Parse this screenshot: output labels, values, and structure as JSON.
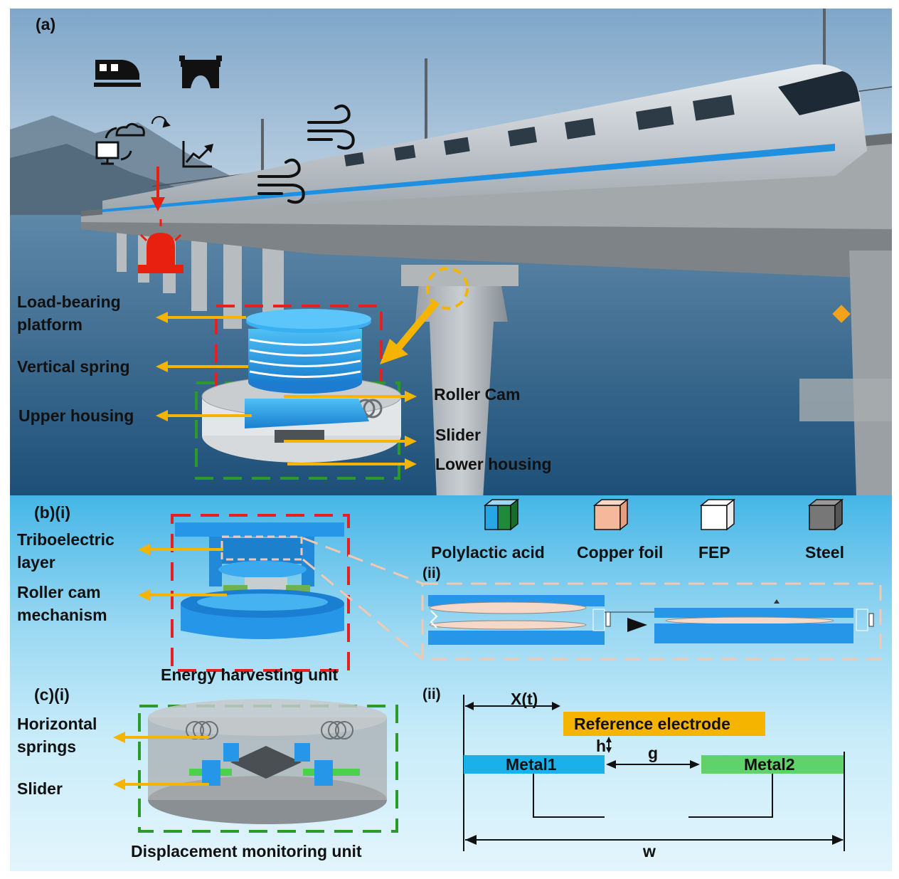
{
  "panel_a": {
    "tag": "(a)",
    "callouts": {
      "load_bearing": "Load-bearing platform",
      "load_bearing_l1": "Load-bearing",
      "load_bearing_l2": "platform",
      "vertical_spring": "Vertical spring",
      "upper_housing": "Upper housing",
      "roller_cam": "Roller Cam",
      "slider": "Slider",
      "lower_housing": "Lower housing"
    },
    "icons": [
      "train-icon",
      "bridge-icon",
      "cloud-sync-icon",
      "refresh-icon",
      "trend-chart-icon",
      "wind-icon",
      "alarm-icon"
    ]
  },
  "panel_b": {
    "tag_i": "(b)(i)",
    "tag_ii": "(ii)",
    "triboelectric_l1": "Triboelectric",
    "triboelectric_l2": "layer",
    "roller_cam_l1": "Roller cam",
    "roller_cam_l2": "mechanism",
    "caption": "Energy harvesting unit",
    "legend": [
      {
        "label": "Polylactic acid",
        "colors": [
          "#27a6e6",
          "#1e8a3a"
        ]
      },
      {
        "label": "Copper foil",
        "colors": [
          "#f5b89a"
        ]
      },
      {
        "label": "FEP",
        "colors": [
          "#ffffff"
        ]
      },
      {
        "label": "Steel",
        "colors": [
          "#777777"
        ]
      }
    ]
  },
  "panel_c": {
    "tag_i": "(c)(i)",
    "tag_ii": "(ii)",
    "horizontal_l1": "Horizontal",
    "horizontal_l2": "springs",
    "slider": "Slider",
    "caption": "Displacement monitoring unit",
    "schematic": {
      "x_t": "X(t)",
      "reference": "Reference electrode",
      "h": "h",
      "g": "g",
      "metal1": "Metal1",
      "metal2": "Metal2",
      "w": "w"
    }
  },
  "colors": {
    "arrow": "#f5b400",
    "red_dash": "#e62020",
    "green_dash": "#2a9a2a",
    "peach_dash": "#f2c9b0",
    "blue_part": "#2596e8",
    "metal1": "#1ab0ea",
    "metal2": "#5fd36a",
    "reference": "#f5b400",
    "alarm": "#e8200f"
  }
}
